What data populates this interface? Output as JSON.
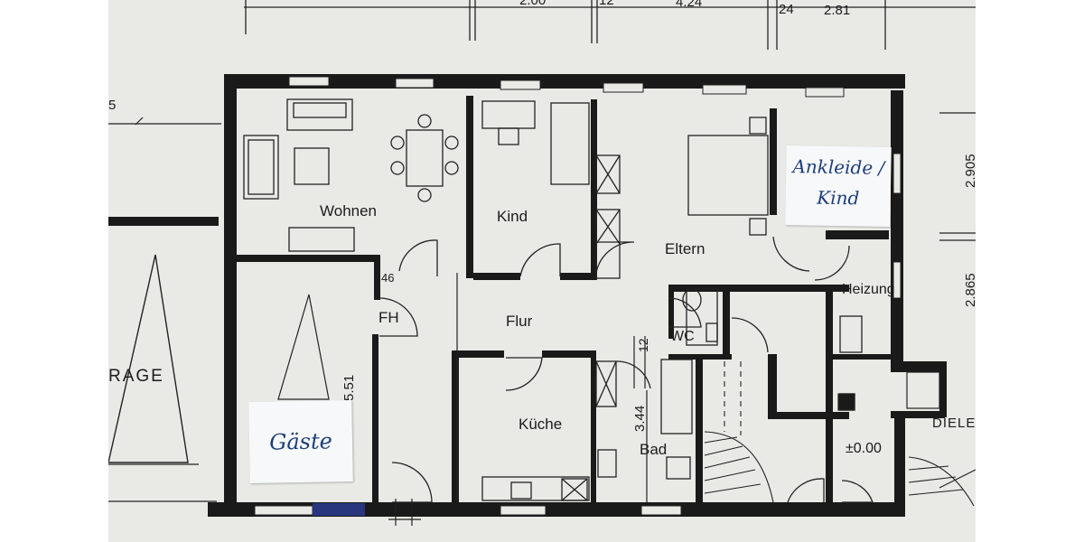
{
  "rooms": {
    "wohnen": "Wohnen",
    "kind": "Kind",
    "eltern": "Eltern",
    "heizung": "Heizung",
    "fh": "FH",
    "flur": "Flur",
    "wc": "WC",
    "kueche": "Küche",
    "bad": "Bad",
    "diele": "DIELE",
    "garage": "RAGE"
  },
  "dimensions": {
    "top_1": "2.00",
    "top_2": "12",
    "top_3": "4.24",
    "top_4": "24",
    "top_5": "2.81",
    "left_s": "5",
    "wall_46": "46",
    "v_551": "5.51",
    "v_12": "12",
    "v_344": "3.44",
    "level": "±0.00",
    "right_2905": "2.905",
    "right_2865": "2.865"
  },
  "notes": {
    "ankleide_line1": "Ankleide /",
    "ankleide_line2": "Kind",
    "gaeste": "Gäste"
  },
  "colors": {
    "paper": "#e9eae6",
    "wall": "#1a1a1a",
    "note_ink": "#1d3f7a",
    "marker": "#2a3c8f"
  }
}
